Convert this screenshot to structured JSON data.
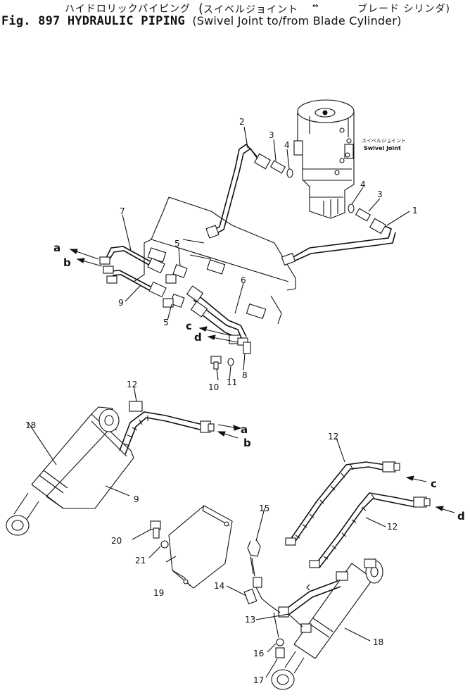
{
  "header": {
    "jp_left": "ハイドロリックパイピング",
    "jp_paren_open": "(",
    "jp_mid": "スイベルジョイント",
    "jp_arrow": "↔",
    "jp_right": "ブレード シリンダ)",
    "fig_label": "Fig. 897",
    "title": "HYDRAULIC PIPING",
    "subtitle": "(Swivel Joint to/from Blade Cylinder)"
  },
  "swivel_callout": {
    "jp": "スイベルジョイント",
    "en": "Swivel Joint"
  },
  "part_numbers": {
    "p1": "1",
    "p2": "2",
    "p3a": "3",
    "p3b": "3",
    "p4a": "4",
    "p4b": "4",
    "p5a": "5",
    "p5b": "5",
    "p6": "6",
    "p7": "7",
    "p8": "8",
    "p9a": "9",
    "p9b": "9",
    "p10": "10",
    "p11": "11",
    "p12a": "12",
    "p12b": "12",
    "p12c": "12",
    "p13": "13",
    "p14": "14",
    "p15": "15",
    "p16": "16",
    "p17": "17",
    "p18a": "18",
    "p18b": "18",
    "p19": "19",
    "p20": "20",
    "p21": "21"
  },
  "connection_letters": {
    "a1": "a",
    "b1": "b",
    "c1": "c",
    "d1": "d",
    "a2": "a",
    "b2": "b",
    "c2": "c",
    "d2": "d"
  }
}
